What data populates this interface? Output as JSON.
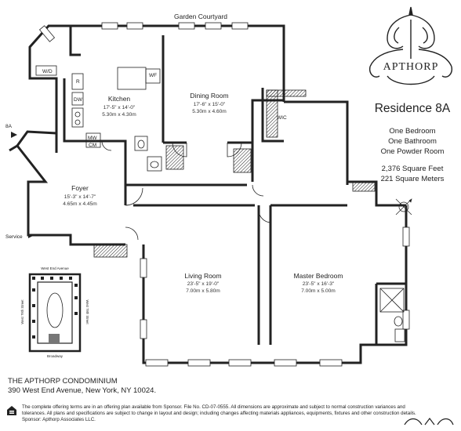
{
  "plan": {
    "garden_label": "Garden Courtyard",
    "rooms": {
      "kitchen": {
        "name": "Kitchen",
        "dim_imperial": "17'-5\" x 14'-0\"",
        "dim_metric": "5.30m x 4.30m"
      },
      "dining": {
        "name": "Dining Room",
        "dim_imperial": "17'-6\" x 15'-0\"",
        "dim_metric": "5.30m x 4.60m"
      },
      "foyer": {
        "name": "Foyer",
        "dim_imperial": "15'-3\" x 14'-7\"",
        "dim_metric": "4.65m x 4.45m"
      },
      "living": {
        "name": "Living Room",
        "dim_imperial": "23'-5\" x 19'-0\"",
        "dim_metric": "7.00m x 5.80m"
      },
      "master": {
        "name": "Master Bedroom",
        "dim_imperial": "23'-5\" x 16'-3\"",
        "dim_metric": "7.00m x 5.00m"
      }
    },
    "labels": {
      "wd": "W/D",
      "r": "R",
      "dw": "DW",
      "wf": "WF",
      "mw": "MW",
      "cm": "CM",
      "wic": "WIC",
      "unit": "8A",
      "service": "Service"
    }
  },
  "keyplan": {
    "top": "West End Avenue",
    "bottom": "Broadway",
    "left": "West 79th Street",
    "right": "West 79th Street"
  },
  "brand": {
    "logo_text": "APTHORP"
  },
  "residence": {
    "title": "Residence 8A",
    "features": [
      "One Bedroom",
      "One Bathroom",
      "One Powder Room"
    ],
    "area_sqft": "2,376 Square Feet",
    "area_sqm": "221 Square Meters"
  },
  "building": {
    "name": "THE APTHORP CONDOMINIUM",
    "address": "390 West End Avenue, New York, NY 10024."
  },
  "footer": {
    "line1": "The complete offering terms are in an offering plan available from Sponsor. File No. CD-07-0555. All dimensions are approximate and subject to normal construction variances and",
    "line2": "tolerances. All plans and specifications are subject to change in layout and design; including changes affecting materials appliances, equipments, fixtures and other construction details.",
    "line3": "Sponsor: Apthorp Associates LLC."
  }
}
